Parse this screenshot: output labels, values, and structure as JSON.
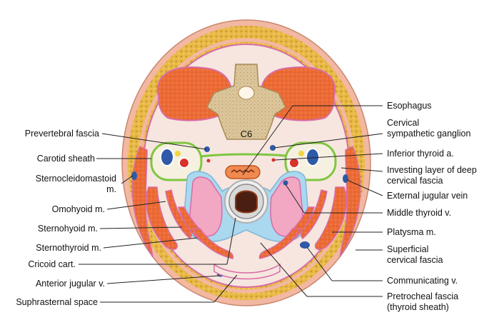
{
  "vertebra_label": "C6",
  "labels_left": [
    {
      "id": "prevertebral-fascia",
      "text": "Prevertebral fascia"
    },
    {
      "id": "carotid-sheath",
      "text": "Carotid sheath"
    },
    {
      "id": "sternocleidomastoid",
      "text": "Sternocleidomastoid",
      "text2": "m."
    },
    {
      "id": "omohyoid",
      "text": "Omohyoid m."
    },
    {
      "id": "sternohyoid",
      "text": "Sternohyoid m."
    },
    {
      "id": "sternothyroid",
      "text": "Sternothyroid m."
    },
    {
      "id": "cricoid-cart",
      "text": "Cricoid cart."
    },
    {
      "id": "anterior-jugular",
      "text": "Anterior jugular v."
    },
    {
      "id": "suprasternal-space",
      "text": "Suphrasternal space"
    }
  ],
  "labels_right": [
    {
      "id": "esophagus",
      "text": "Esophagus"
    },
    {
      "id": "cervical-ganglion",
      "text": "Cervical",
      "text2": "sympathetic ganglion"
    },
    {
      "id": "inferior-thyroid-a",
      "text": "Inferior thyroid a."
    },
    {
      "id": "investing-layer",
      "text": "Investing layer of deep",
      "text2": "cervical fascia"
    },
    {
      "id": "external-jugular",
      "text": "External jugular vein"
    },
    {
      "id": "middle-thyroid-v",
      "text": "Middle thyroid v."
    },
    {
      "id": "platysma",
      "text": "Platysma m."
    },
    {
      "id": "superficial-fascia",
      "text": "Superficial",
      "text2": "cervical fascia"
    },
    {
      "id": "communicating-v",
      "text": "Communicating v."
    },
    {
      "id": "pretracheal-fascia",
      "text": "Pretrocheal fascia",
      "text2": "(thyroid sheath)"
    }
  ],
  "colors": {
    "fat": "#e8b945",
    "skin": "#f2b8a2",
    "muscle": "#ec6b35",
    "bone": "#d8c39a",
    "fascia_pink": "#d86ca8",
    "fascia_green": "#7fc640",
    "fascia_blue": "#a9d8ef",
    "thyroid": "#f2a7c2",
    "vein": "#2e5aa8",
    "artery": "#d8322a",
    "line": "#222222"
  }
}
